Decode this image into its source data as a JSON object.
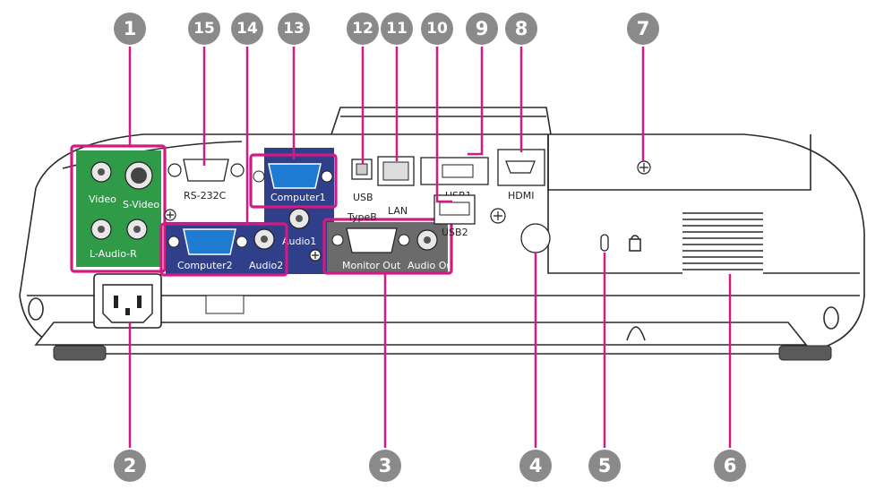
{
  "colors": {
    "callout": "#d31a82",
    "marker": "#8a8a8a",
    "green_panel": "#2f9a47",
    "blue_panel": "#2f3f8a",
    "gray_panel": "#6b6b6b",
    "body_outline": "#2a2a2a"
  },
  "callouts": [
    {
      "number": "1"
    },
    {
      "number": "2"
    },
    {
      "number": "3"
    },
    {
      "number": "4"
    },
    {
      "number": "5"
    },
    {
      "number": "6"
    },
    {
      "number": "7"
    },
    {
      "number": "8"
    },
    {
      "number": "9"
    },
    {
      "number": "10"
    },
    {
      "number": "11"
    },
    {
      "number": "12"
    },
    {
      "number": "13"
    },
    {
      "number": "14"
    },
    {
      "number": "15"
    }
  ],
  "port_labels": {
    "video": "Video",
    "s_video": "S-Video",
    "l_audio_r": "L-Audio-R",
    "rs232c": "RS-232C",
    "computer1": "Computer1",
    "audio1": "Audio1",
    "computer2": "Computer2",
    "audio2": "Audio2",
    "usb_typeb_line1": "USB",
    "usb_typeb_line2": "TypeB",
    "lan": "LAN",
    "usb1": "USB1",
    "usb2": "USB2",
    "hdmi": "HDMI",
    "monitor_out": "Monitor Out",
    "audio_out": "Audio Out"
  }
}
